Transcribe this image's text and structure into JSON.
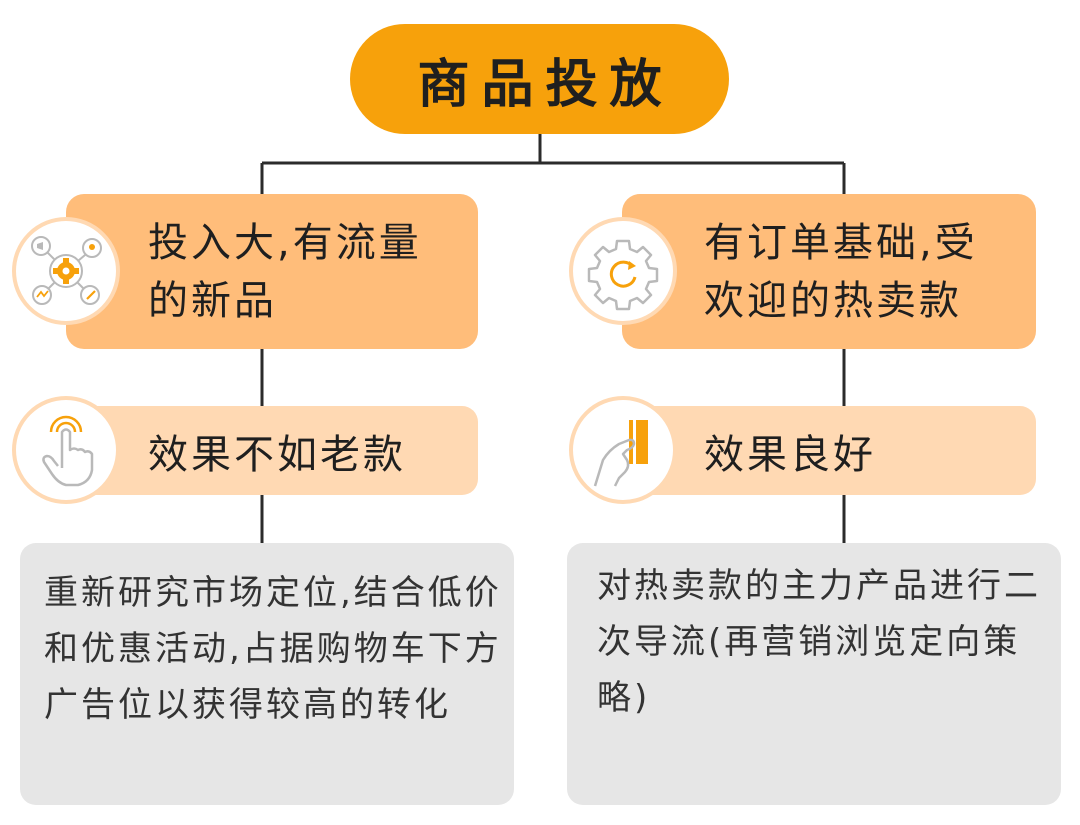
{
  "title": "商品投放",
  "branches": [
    {
      "condition": "投入大,有流量\n的新品",
      "condition_icon": "gear-network-icon",
      "result": "效果不如老款",
      "result_icon": "tap-hand-icon",
      "action": "重新研究市场定位,结合低价和优惠活动,占据购物车下方广告位以获得较高的转化"
    },
    {
      "condition": "有订单基础,受\n欢迎的热卖款",
      "condition_icon": "gear-refresh-icon",
      "result": "效果良好",
      "result_icon": "hand-card-icon",
      "action": "对热卖款的主力产品进行二次导流(再营销浏览定向策略)"
    }
  ],
  "colors": {
    "title_fill": "#f7a10b",
    "condition_fill": "#ffbd7a",
    "result_fill": "#ffd9b3",
    "action_fill": "#e6e6e6",
    "icon_accent": "#f7a10b",
    "connector": "#2b2b2b"
  }
}
